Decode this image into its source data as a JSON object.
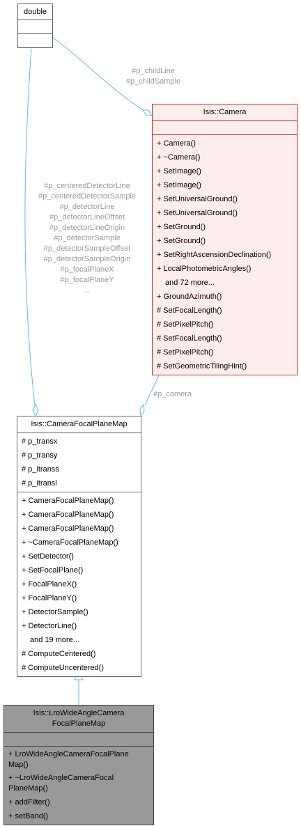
{
  "nodes": {
    "double": {
      "title": "double"
    },
    "camera": {
      "title": "Isis::Camera",
      "members": [
        "+ Camera()",
        "+ ~Camera()",
        "+ SetImage()",
        "+ SetImage()",
        "+ SetUniversalGround()",
        "+ SetUniversalGround()",
        "+ SetGround()",
        "+ SetGround()",
        "+ SetRightAscensionDeclination()",
        "+ LocalPhotometricAngles()",
        "and 72 more...",
        "+ GroundAzimuth()",
        "# SetFocalLength()",
        "# SetPixelPitch()",
        "# SetFocalLength()",
        "# SetPixelPitch()",
        "# SetGeometricTilingHint()"
      ]
    },
    "focal_plane_map": {
      "title": "Isis::CameraFocalPlaneMap",
      "attributes": [
        "# p_transx",
        "# p_transy",
        "# p_itranss",
        "# p_itransl"
      ],
      "members": [
        "+ CameraFocalPlaneMap()",
        "+ CameraFocalPlaneMap()",
        "+ CameraFocalPlaneMap()",
        "+ ~CameraFocalPlaneMap()",
        "+ SetDetector()",
        "+ SetFocalPlane()",
        "+ FocalPlaneX()",
        "+ FocalPlaneY()",
        "+ DetectorSample()",
        "+ DetectorLine()",
        "and 19 more...",
        "# ComputeCentered()",
        "# ComputeUncentered()"
      ]
    },
    "lro": {
      "title": "Isis::LroWideAngleCamera\nFocalPlaneMap",
      "members": [
        "+ LroWideAngleCameraFocalPlane\nMap()",
        "+ ~LroWideAngleCameraFocal\nPlaneMap()",
        "+ addFilter()",
        "+ setBand()"
      ]
    }
  },
  "edge_labels": {
    "double_to_camera": [
      "#p_childLine",
      "#p_childSample"
    ],
    "double_to_focal_plane_map": [
      "#p_centeredDetectorLine",
      "#p_centeredDetectorSample",
      "#p_detectorLine",
      "#p_detectorLineOffset",
      "#p_detectorLineOrigin",
      "#p_detectorSample",
      "#p_detectorSampleOffset",
      "#p_detectorSampleOrigin",
      "#p_focalPlaneX",
      "#p_focalPlaneY",
      "..."
    ],
    "focal_plane_map_to_camera": [
      "#p_camera"
    ]
  },
  "colors": {
    "edge": "#63b8ee",
    "camera_border": "#cc2a2a",
    "camera_fill": "#fdeeed",
    "lro_fill": "#999999",
    "label_gray": "#9a9a9a"
  }
}
